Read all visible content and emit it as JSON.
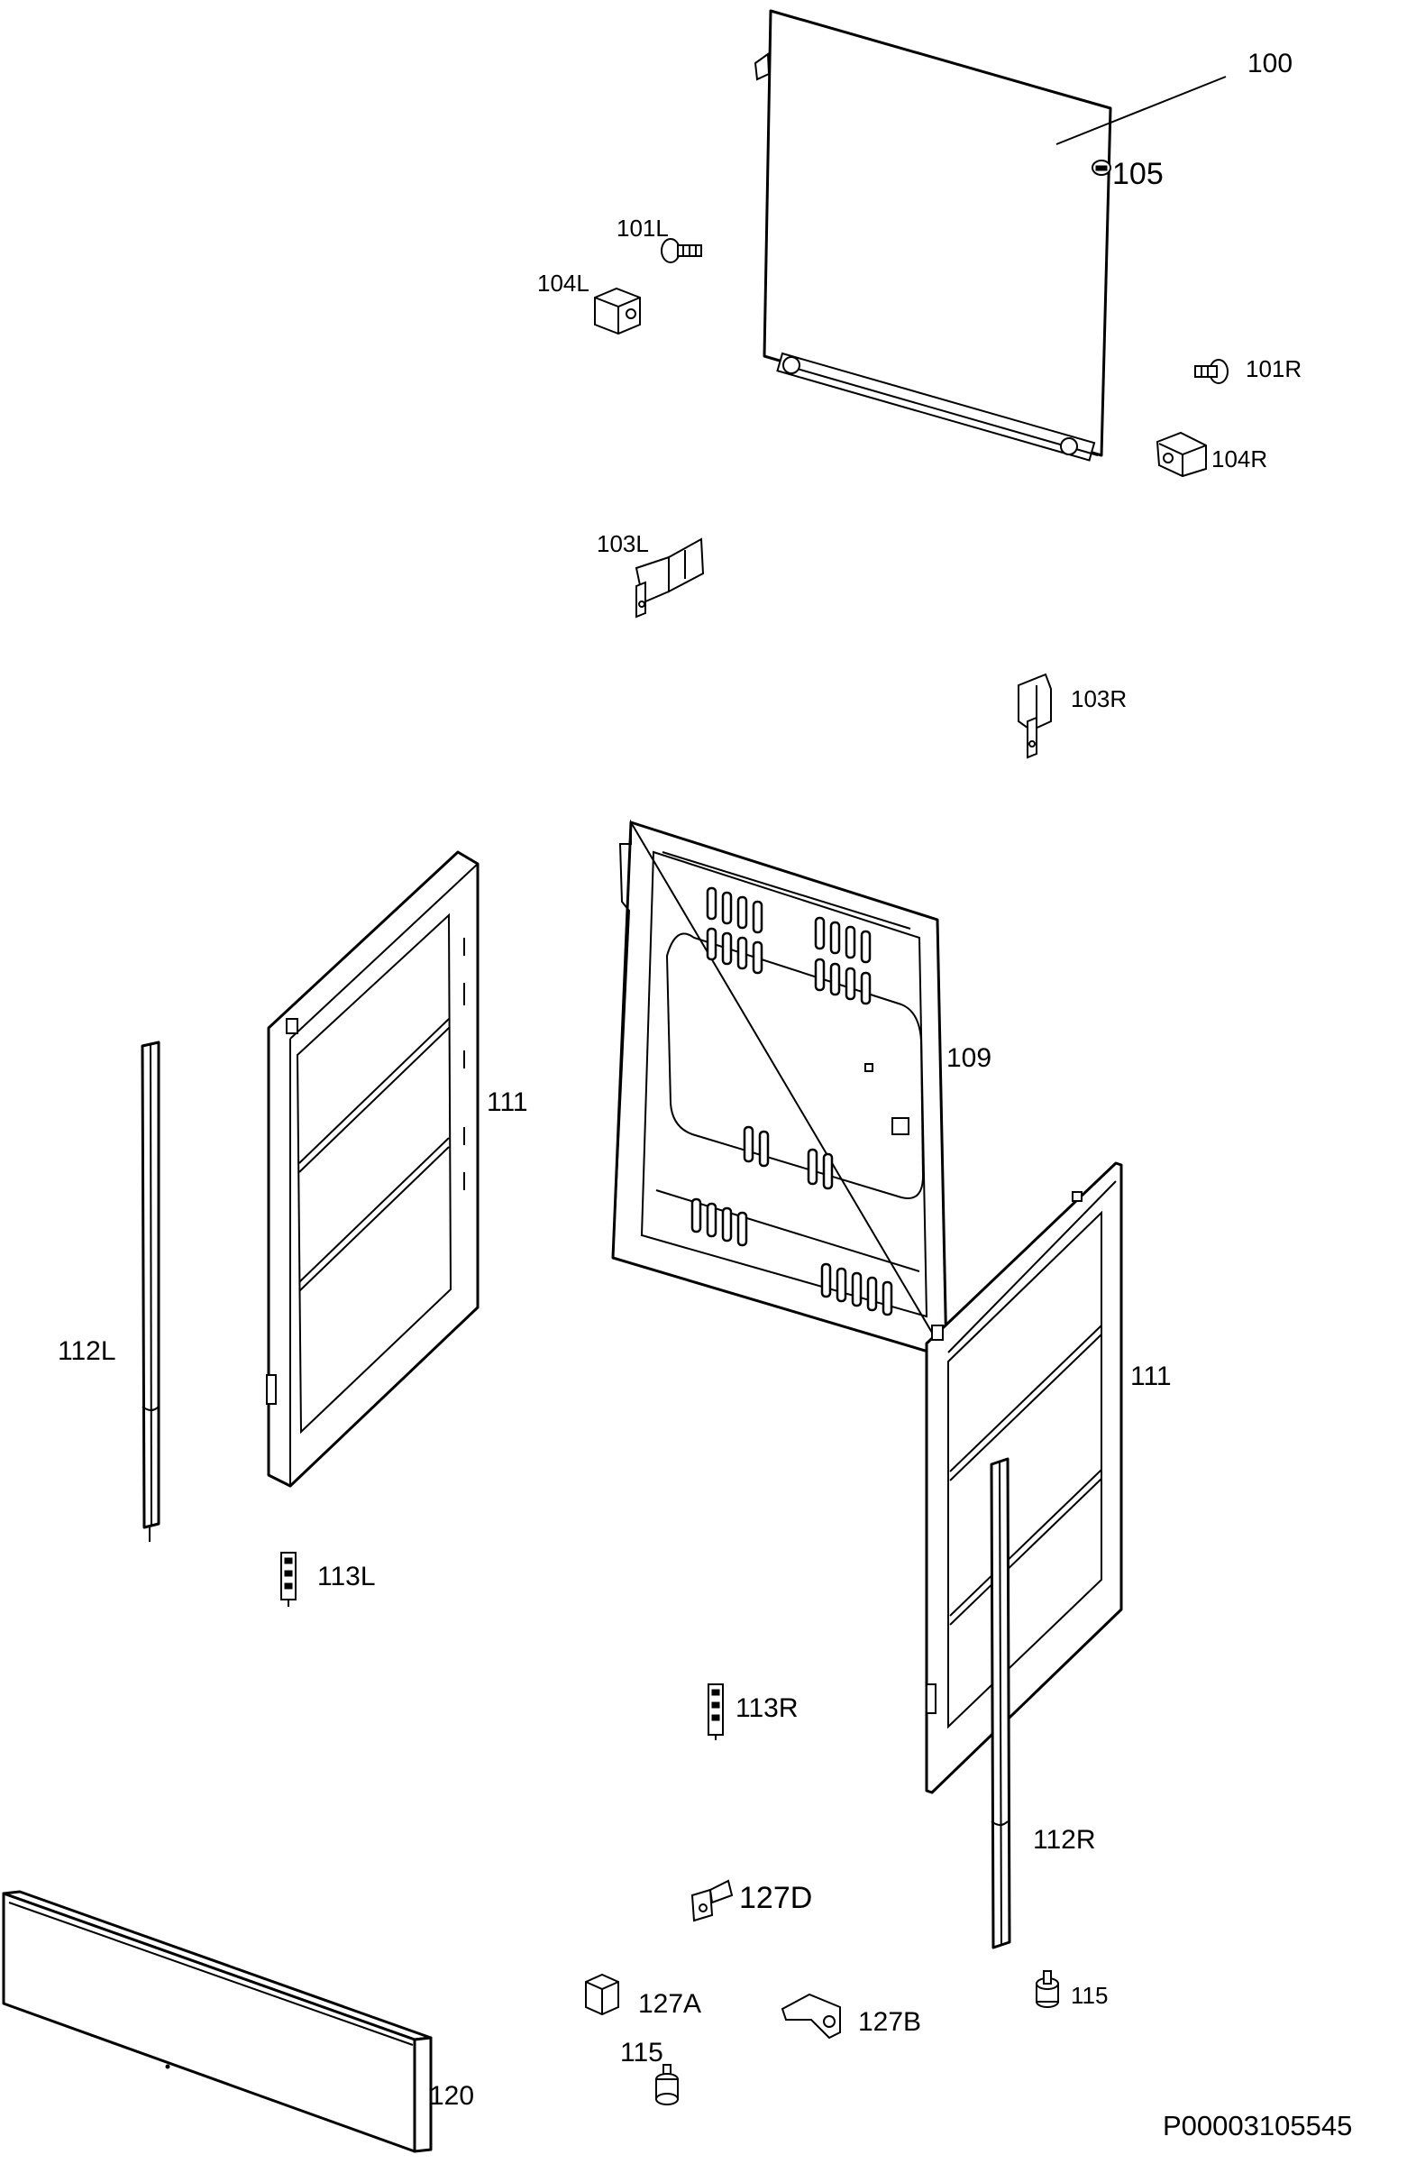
{
  "labels": {
    "p100": "100",
    "p105": "105",
    "p101L": "101L",
    "p104L": "104L",
    "p101R": "101R",
    "p104R": "104R",
    "p103L": "103L",
    "p103R": "103R",
    "p109": "109",
    "p111_left": "111",
    "p111_right": "111",
    "p112L": "112L",
    "p112R": "112R",
    "p113L": "113L",
    "p113R": "113R",
    "p127D": "127D",
    "p127A": "127A",
    "p127B": "127B",
    "p115_right": "115",
    "p115_bottom": "115",
    "p120": "120"
  },
  "document_number": "P00003105545"
}
